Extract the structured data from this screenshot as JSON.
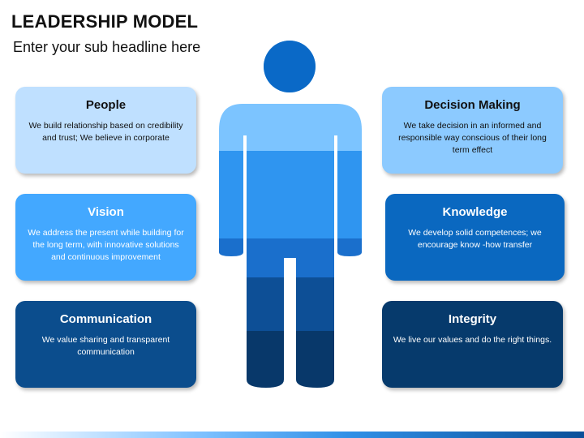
{
  "title": "LEADERSHIP MODEL",
  "subtitle": "Enter your sub headline here",
  "cards": [
    {
      "heading": "People",
      "text": "We build relationship based on credibility and trust; We believe in corporate"
    },
    {
      "heading": "Vision",
      "text": "We address the present while building for the long term, with innovative solutions and continuous improvement"
    },
    {
      "heading": "Communication",
      "text": "We value sharing and transparent communication"
    },
    {
      "heading": "Decision Making",
      "text": "We take decision in an informed and responsible way conscious of their long term effect"
    },
    {
      "heading": "Knowledge",
      "text": "We develop solid competences; we encourage know -how transfer"
    },
    {
      "heading": "Integrity",
      "text": "We live our values and do the right things."
    }
  ],
  "colors": {
    "people": "#bfe0ff",
    "vision": "#43a8ff",
    "communication": "#0b4d8d",
    "decision_making": "#8ccaff",
    "knowledge": "#0a68c0",
    "integrity": "#063a6c"
  }
}
